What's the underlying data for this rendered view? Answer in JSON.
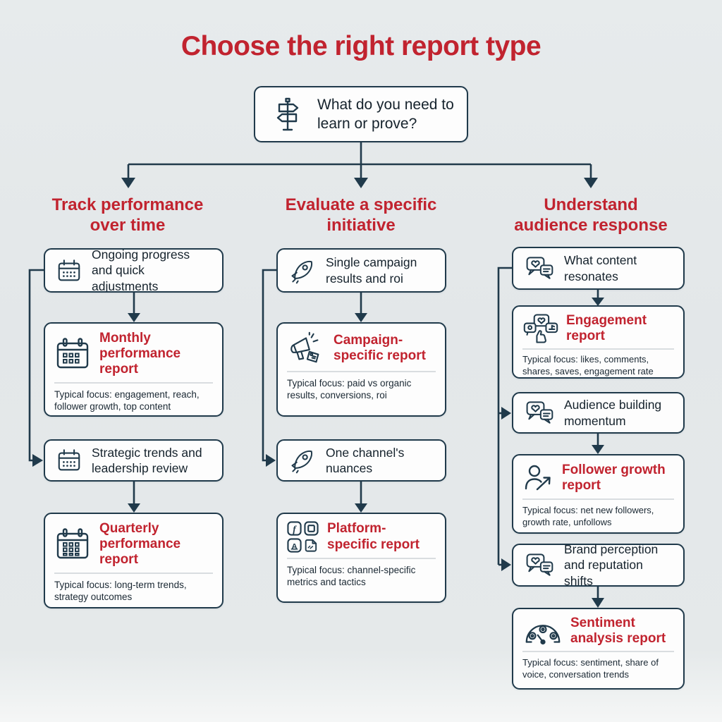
{
  "title": "Choose the right report type",
  "colors": {
    "accent_red": "#c1232f",
    "ink_navy": "#203a4b",
    "background": "#e4e8ea",
    "box_fill": "#fdfdfd"
  },
  "flow": {
    "root": {
      "icon": "signpost-icon",
      "question": "What do you need to learn or prove?"
    },
    "columns": [
      {
        "heading": "Track performance over time",
        "nodes": [
          {
            "type": "question",
            "icon": "calendar-dots-icon",
            "label": "Ongoing progress and quick adjustments"
          },
          {
            "type": "report",
            "icon": "calendar-grid-icon",
            "title": "Monthly performance report",
            "focus": "Typical focus: engagement, reach, follower growth, top content"
          },
          {
            "type": "question",
            "icon": "calendar-dots-icon",
            "label": "Strategic trends and leadership review"
          },
          {
            "type": "report",
            "icon": "calendar-grid-icon",
            "title": "Quarterly performance report",
            "focus": "Typical focus: long-term trends, strategy outcomes"
          }
        ]
      },
      {
        "heading": "Evaluate a specific initiative",
        "nodes": [
          {
            "type": "question",
            "icon": "rocket-icon",
            "label": "Single campaign results and roi"
          },
          {
            "type": "report",
            "icon": "megaphone-tag-icon",
            "title": "Campaign-specific report",
            "focus": "Typical focus: paid vs organic results, conversions, roi"
          },
          {
            "type": "question",
            "icon": "rocket-icon",
            "label": "One channel's nuances"
          },
          {
            "type": "report",
            "icon": "platform-grid-icon",
            "title": "Platform-specific report",
            "focus": "Typical focus: channel-specific metrics and tactics"
          }
        ]
      },
      {
        "heading": "Understand audience response",
        "nodes": [
          {
            "type": "question",
            "icon": "chat-hearts-icon",
            "label": "What content resonates"
          },
          {
            "type": "report",
            "icon": "engagement-icon",
            "title": "Engagement report",
            "focus": "Typical focus: likes, comments, shares, saves, engagement rate"
          },
          {
            "type": "question",
            "icon": "chat-hearts-icon",
            "label": "Audience building momentum"
          },
          {
            "type": "report",
            "icon": "follower-growth-icon",
            "title": "Follower growth report",
            "focus": "Typical focus: net new followers, growth rate, unfollows"
          },
          {
            "type": "question",
            "icon": "chat-hearts-icon",
            "label": "Brand perception and reputation shifts"
          },
          {
            "type": "report",
            "icon": "sentiment-gauge-icon",
            "title": "Sentiment analysis report",
            "focus": "Typical focus: sentiment, share of voice, conversation trends"
          }
        ]
      }
    ]
  }
}
